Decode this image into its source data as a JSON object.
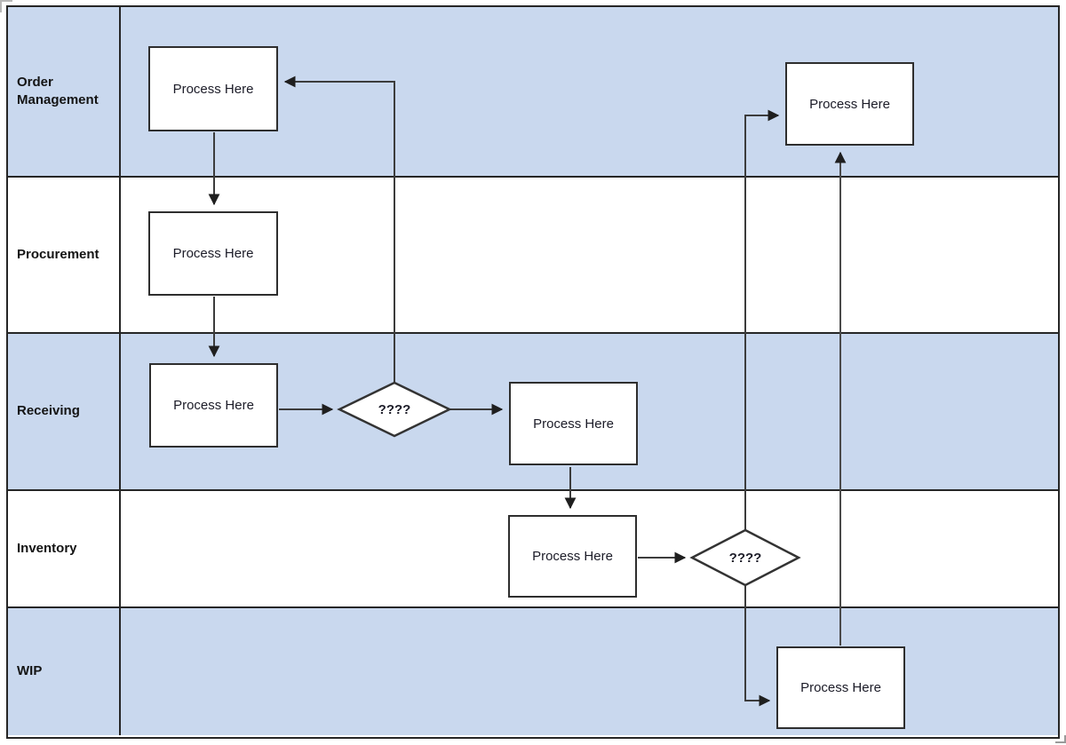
{
  "diagram": {
    "kind": "swimlane-flowchart",
    "lane_count": 5
  },
  "lanes": [
    {
      "id": "order-management",
      "label": "Order Management"
    },
    {
      "id": "procurement",
      "label": "Procurement"
    },
    {
      "id": "receiving",
      "label": "Receiving"
    },
    {
      "id": "inventory",
      "label": "Inventory"
    },
    {
      "id": "wip",
      "label": "WIP"
    }
  ],
  "nodes": [
    {
      "id": "process-order-mgmt",
      "type": "process",
      "lane": "Order Management",
      "label": "Process Here"
    },
    {
      "id": "process-procurement",
      "type": "process",
      "lane": "Procurement",
      "label": "Process Here"
    },
    {
      "id": "process-receiving",
      "type": "process",
      "lane": "Receiving",
      "label": "Process Here"
    },
    {
      "id": "decision-receiving",
      "type": "decision",
      "lane": "Receiving",
      "label": "????"
    },
    {
      "id": "process-receiving-2",
      "type": "process",
      "lane": "Receiving",
      "label": "Process Here"
    },
    {
      "id": "process-inventory",
      "type": "process",
      "lane": "Inventory",
      "label": "Process Here"
    },
    {
      "id": "decision-inventory",
      "type": "decision",
      "lane": "Inventory",
      "label": "????"
    },
    {
      "id": "process-wip",
      "type": "process",
      "lane": "WIP",
      "label": "Process Here"
    },
    {
      "id": "process-order-mgmt-2",
      "type": "process",
      "lane": "Order Management",
      "label": "Process Here"
    }
  ],
  "edges": [
    {
      "from": "process-order-mgmt",
      "to": "process-procurement"
    },
    {
      "from": "process-procurement",
      "to": "process-receiving"
    },
    {
      "from": "process-receiving",
      "to": "decision-receiving"
    },
    {
      "from": "decision-receiving",
      "to": "process-receiving-2"
    },
    {
      "from": "decision-receiving",
      "to": "process-order-mgmt"
    },
    {
      "from": "process-receiving-2",
      "to": "process-inventory"
    },
    {
      "from": "process-inventory",
      "to": "decision-inventory"
    },
    {
      "from": "decision-inventory",
      "to": "process-order-mgmt-2"
    },
    {
      "from": "decision-inventory",
      "to": "process-wip"
    },
    {
      "from": "process-wip",
      "to": "process-order-mgmt-2"
    }
  ],
  "colors": {
    "lane_fill_blue": "#c9d8ee",
    "lane_fill_white": "#ffffff",
    "grid_border": "#262626",
    "connector": "#3c3c3c",
    "node_fill": "#ffffff",
    "node_border": "#2e2e2e",
    "text": "#1c1c28"
  }
}
